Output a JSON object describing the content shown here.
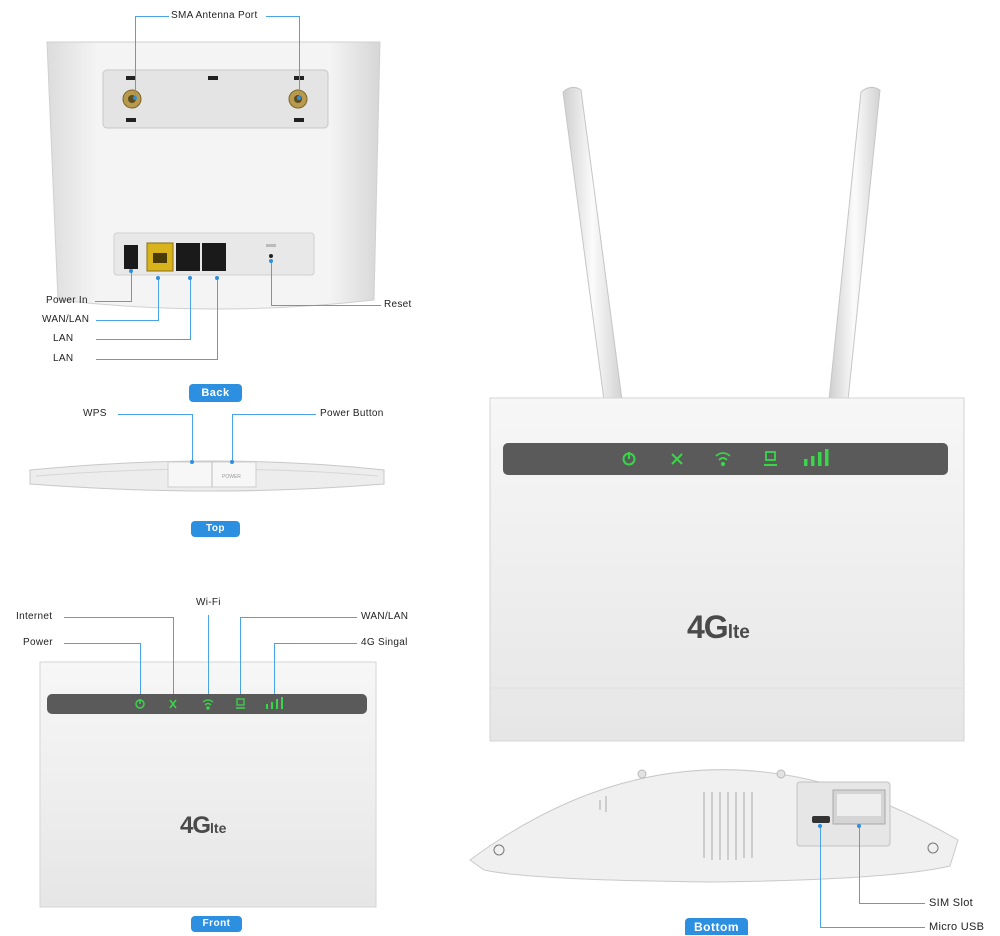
{
  "back_view": {
    "badge": "Back",
    "labels": {
      "sma": "SMA Antenna Port",
      "power_in": "Power In",
      "wan_lan": "WAN/LAN",
      "lan1": "LAN",
      "lan2": "LAN",
      "reset": "Reset"
    }
  },
  "top_view": {
    "badge": "Top",
    "labels": {
      "wps": "WPS",
      "power_button": "Power Button"
    },
    "printed_text": "POWER"
  },
  "front_view": {
    "badge": "Front",
    "labels": {
      "internet": "Internet",
      "power": "Power",
      "wifi": "Wi-Fi",
      "wan_lan": "WAN/LAN",
      "signal": "4G Singal"
    },
    "logo": {
      "main": "4G",
      "sub": "lte"
    }
  },
  "main_view": {
    "logo": {
      "main": "4G",
      "sub": "lte"
    }
  },
  "bottom_view": {
    "badge": "Bottom",
    "labels": {
      "sim": "SIM Slot",
      "micro_usb": "Micro USB"
    }
  },
  "colors": {
    "accent": "#2d8fe0",
    "led": "#39d64a",
    "body": "#f2f2f2",
    "panel": "#5a5a5a"
  }
}
